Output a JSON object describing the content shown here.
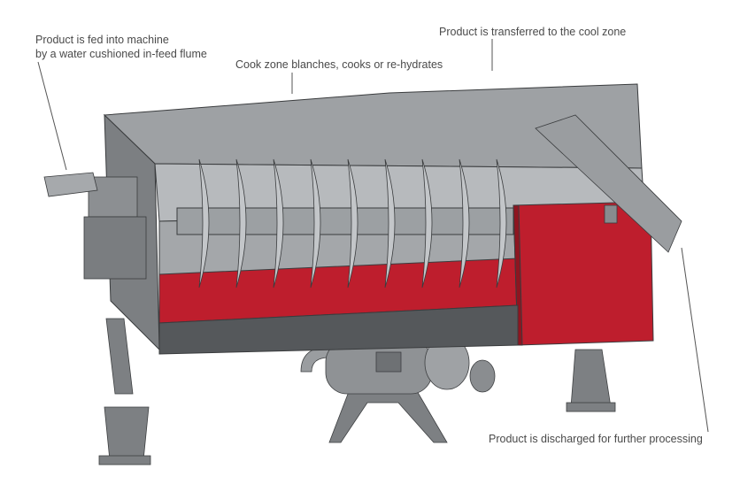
{
  "annotations": {
    "feed": [
      "Product is fed into machine",
      "by a water cushioned in-feed flume"
    ],
    "cool": "Product is transferred to the cool zone",
    "cook": "Cook zone blanches, cooks or re-hydrates",
    "discharge": "Product is discharged for further processing"
  },
  "colors": {
    "body": "#8a8d90",
    "body_dark": "#5f6265",
    "body_light": "#b4b7ba",
    "water": "#be1e2d",
    "water_dark": "#8e1520",
    "leader": "#555555"
  },
  "auger": {
    "flight_count": 9
  }
}
